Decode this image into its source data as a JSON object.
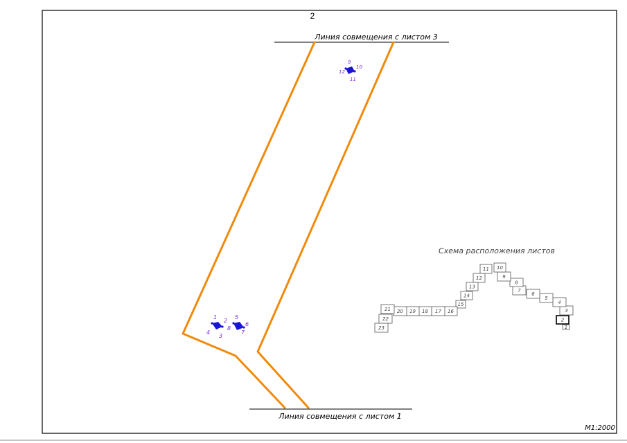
{
  "sheet": {
    "number": "2",
    "scale": "M1:2000"
  },
  "match_lines": {
    "top": "Линия совмещения с листом 3",
    "bottom": "Линия совмещения с листом 1"
  },
  "colors": {
    "boundary": "#f08a0b",
    "markers": "#1a14d8",
    "marker_labels": "#7a2ae0",
    "frame": "#000000",
    "index": "#555555"
  },
  "markers": {
    "group_a": {
      "labels": [
        "1",
        "2",
        "3",
        "4"
      ]
    },
    "group_b": {
      "labels": [
        "5",
        "6",
        "7",
        "8"
      ]
    },
    "group_c": {
      "labels": [
        "9",
        "10",
        "11",
        "12"
      ]
    }
  },
  "sheet_index": {
    "title": "Схема расположения листов",
    "sheets": [
      "1",
      "2",
      "3",
      "4",
      "5",
      "6",
      "7",
      "8",
      "9",
      "10",
      "11",
      "12",
      "13",
      "14",
      "15",
      "16",
      "17",
      "18",
      "19",
      "20",
      "21",
      "22",
      "23"
    ],
    "current_sheet": "2"
  }
}
